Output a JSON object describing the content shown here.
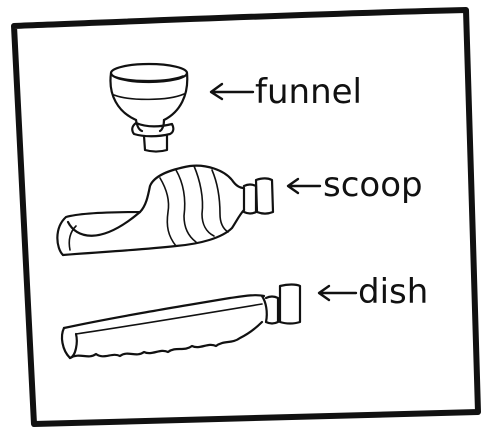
{
  "labels": {
    "funnel": "funnel",
    "scoop": "scoop",
    "dish": "dish"
  },
  "colors": {
    "ink": "#111111",
    "paper": "#ffffff"
  }
}
